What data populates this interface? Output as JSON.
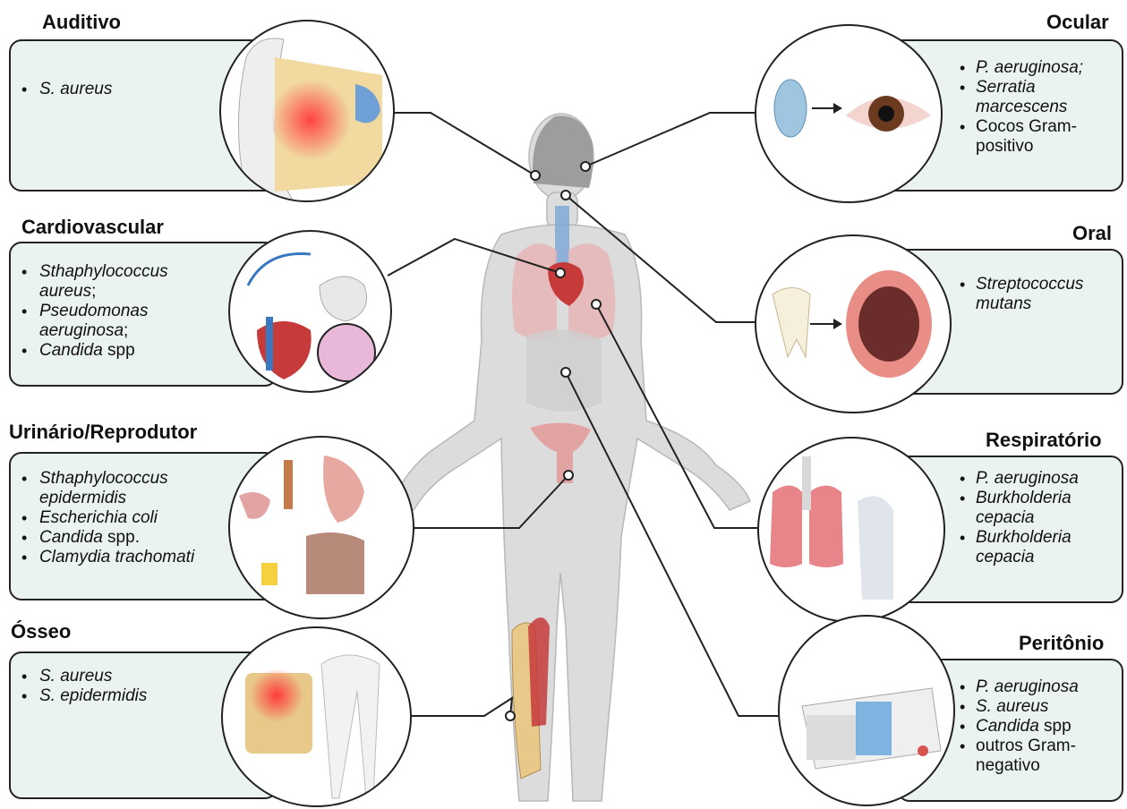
{
  "panels": {
    "auditivo": {
      "title": "Auditivo",
      "items": [
        {
          "italic": "S. aureus",
          "plain": ""
        }
      ]
    },
    "cardiovascular": {
      "title": "Cardiovascular",
      "items": [
        {
          "italic": "Sthaphylococcus aureus",
          "plain": ";"
        },
        {
          "italic": "Pseudomonas aeruginosa",
          "plain": ";"
        },
        {
          "italic": "Candida",
          "plain": " spp"
        }
      ]
    },
    "urinario": {
      "title": "Urinário/Reprodutor",
      "items": [
        {
          "italic": "Sthaphylococcus epidermidis",
          "plain": ""
        },
        {
          "italic": "Escherichia coli",
          "plain": ""
        },
        {
          "italic": "Candida",
          "plain": " spp."
        },
        {
          "italic": "Clamydia trachomati",
          "plain": ""
        }
      ]
    },
    "osseo": {
      "title": "Ósseo",
      "items": [
        {
          "italic": "S. aureus",
          "plain": ""
        },
        {
          "italic": "S. epidermidis",
          "plain": ""
        }
      ]
    },
    "ocular": {
      "title": "Ocular",
      "items": [
        {
          "italic": "P. aeruginosa;",
          "plain": ""
        },
        {
          "italic": "Serratia marcescens",
          "plain": ""
        },
        {
          "italic": "",
          "plain": "Cocos Gram-positivo"
        }
      ]
    },
    "oral": {
      "title": "Oral",
      "items": [
        {
          "italic": "Streptococcus mutans",
          "plain": ""
        }
      ]
    },
    "respiratorio": {
      "title": "Respiratório",
      "items": [
        {
          "italic": "P. aeruginosa",
          "plain": ""
        },
        {
          "italic": "Burkholderia cepacia",
          "plain": ""
        },
        {
          "italic": "Burkholderia cepacia",
          "plain": ""
        }
      ]
    },
    "peritonio": {
      "title": "Peritônio",
      "items": [
        {
          "italic": "P. aeruginosa",
          "plain": ""
        },
        {
          "italic": "S. aureus",
          "plain": ""
        },
        {
          "italic": "Candida",
          "plain": " spp"
        },
        {
          "italic": "",
          "plain": "outros Gram-negativo"
        }
      ]
    }
  },
  "colors": {
    "panel_fill": "#eaf3ef",
    "outline": "#222222",
    "body_fill": "#d6d6d6",
    "organ_red": "#d9534f",
    "vessel_blue": "#3a78c2",
    "bone": "#e8c98a"
  }
}
